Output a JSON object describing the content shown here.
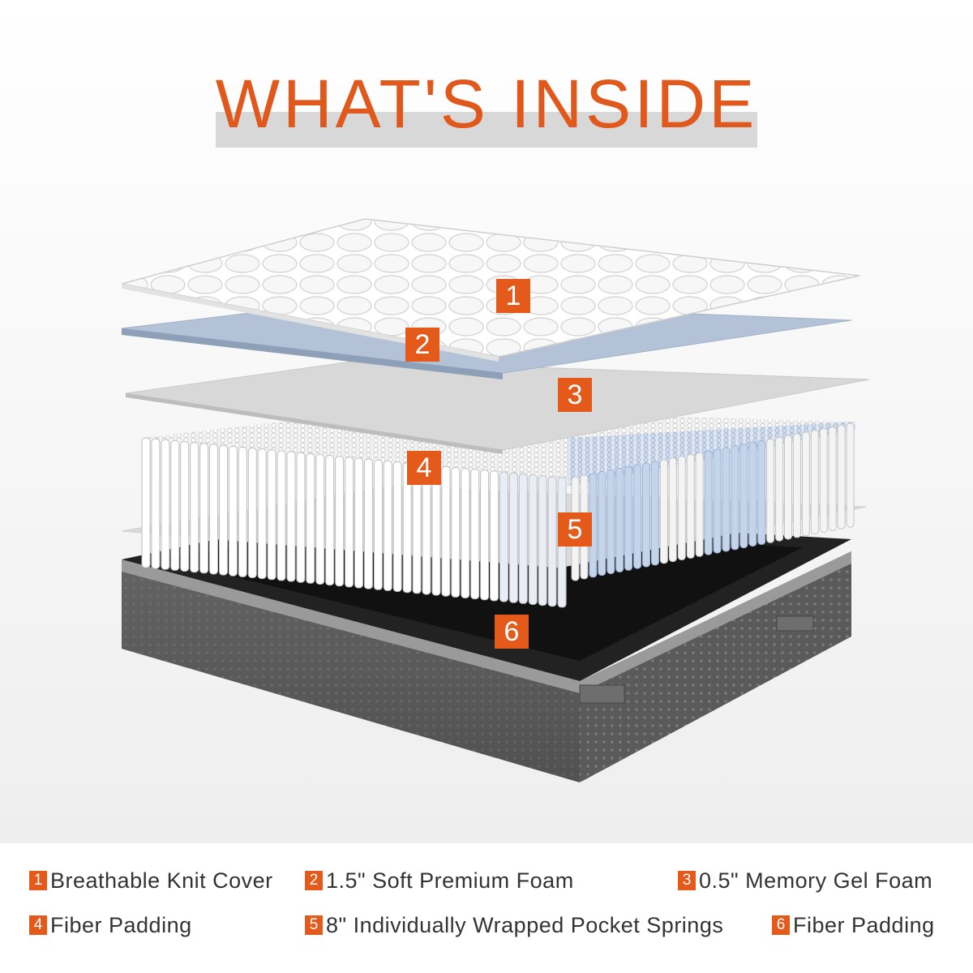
{
  "title": "WHAT'S INSIDE",
  "colors": {
    "accent": "#e35a1a",
    "title": "#e0581c",
    "title_bar": "#d8d8d8",
    "cover": "#ffffff",
    "foam_blue": "#b3c2d6",
    "fiber_gray": "#d9d9d9",
    "spring_white": "#ffffff",
    "spring_blue": "#c4d4ea",
    "base_gray": "#555555"
  },
  "badges": [
    "1",
    "2",
    "3",
    "4",
    "5",
    "6"
  ],
  "legend": [
    {
      "num": "1",
      "label": "Breathable Knit Cover"
    },
    {
      "num": "2",
      "label": "1.5\" Soft Premium Foam"
    },
    {
      "num": "3",
      "label": "0.5\" Memory Gel Foam"
    },
    {
      "num": "4",
      "label": "Fiber Padding"
    },
    {
      "num": "5",
      "label": "8\" Individually Wrapped Pocket Springs"
    },
    {
      "num": "6",
      "label": "Fiber Padding"
    }
  ]
}
